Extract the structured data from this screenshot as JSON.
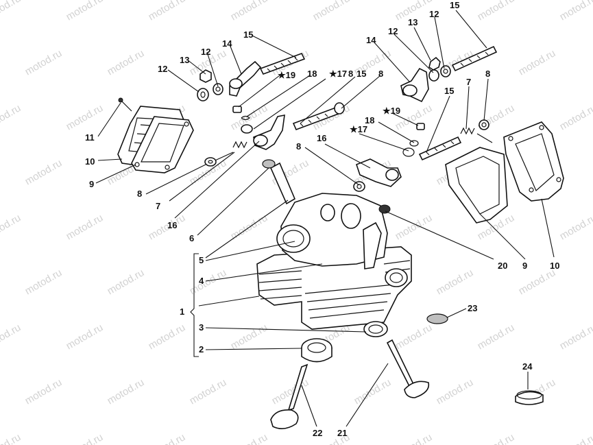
{
  "watermark": "motod.ru",
  "labels": {
    "l1": "1",
    "l2": "2",
    "l3": "3",
    "l4": "4",
    "l5": "5",
    "l6": "6",
    "l7a": "7",
    "l7b": "7",
    "l8a": "8",
    "l8b": "8",
    "l8c": "8",
    "l8d": "8",
    "l8e": "8",
    "l9a": "9",
    "l9b": "9",
    "l10a": "10",
    "l10b": "10",
    "l11": "11",
    "l12a": "12",
    "l12b": "12",
    "l12c": "12",
    "l12d": "12",
    "l13a": "13",
    "l13b": "13",
    "l14a": "14",
    "l14b": "14",
    "l15a": "15",
    "l15b": "15",
    "l15c": "15",
    "l15d": "15",
    "l16a": "16",
    "l16b": "16",
    "l17a": "★17",
    "l17b": "★17",
    "l18a": "18",
    "l18b": "18",
    "l19a": "★19",
    "l19b": "★19",
    "l20": "20",
    "l21": "21",
    "l22": "22",
    "l23": "23",
    "l24": "24"
  }
}
